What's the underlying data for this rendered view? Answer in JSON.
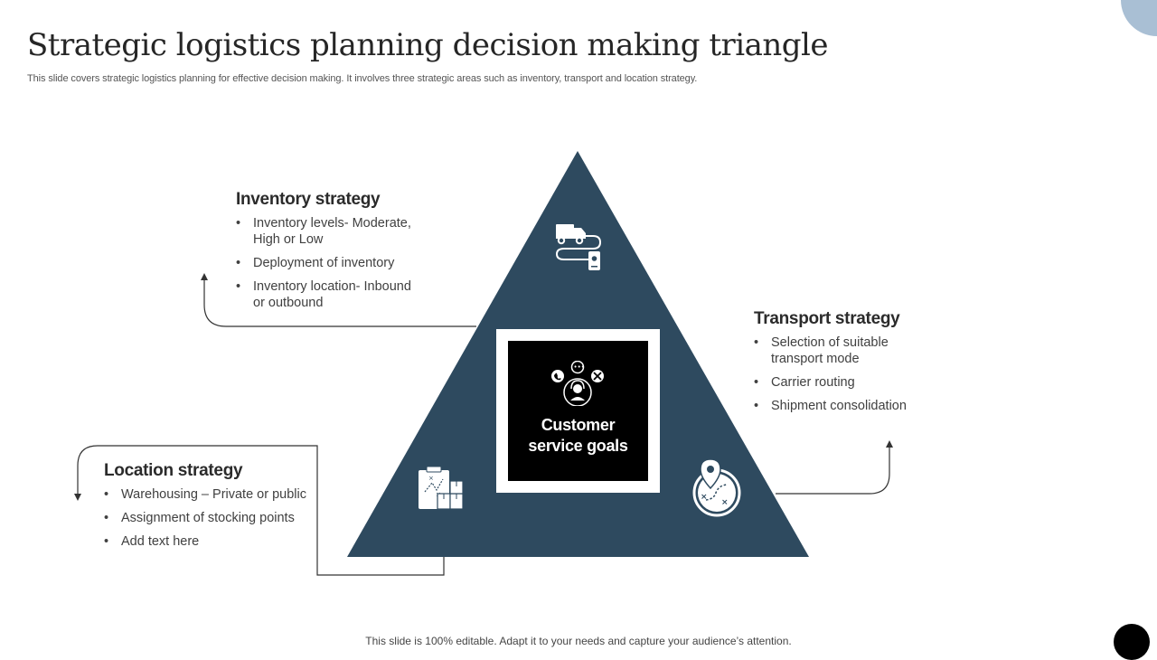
{
  "slide": {
    "title": "Strategic logistics planning decision making triangle",
    "subtitle": "This slide covers strategic logistics planning for effective decision making. It involves three strategic areas such as inventory, transport and location strategy.",
    "footer": "This slide is 100% editable. Adapt it to your needs and capture your audience’s attention."
  },
  "center": {
    "label_line1": "Customer",
    "label_line2": "service goals",
    "icon": "customer-service-icon"
  },
  "inventory": {
    "heading": "Inventory strategy",
    "items": [
      "Inventory levels- Moderate, High or Low",
      "Deployment of inventory",
      "Inventory location- Inbound or outbound"
    ],
    "icon": "delivery-truck-route-icon"
  },
  "transport": {
    "heading": "Transport strategy",
    "items": [
      "Selection of suitable transport mode",
      "Carrier routing",
      "Shipment consolidation"
    ],
    "icon": "location-route-icon"
  },
  "location": {
    "heading": "Location strategy",
    "items": [
      "Warehousing – Private or public",
      "Assignment of stocking points",
      "Add text here"
    ],
    "icon": "clipboard-boxes-icon"
  },
  "colors": {
    "triangle": "#2e4a5f",
    "center": "#000000",
    "accent_circle": "#a9bfd4"
  }
}
